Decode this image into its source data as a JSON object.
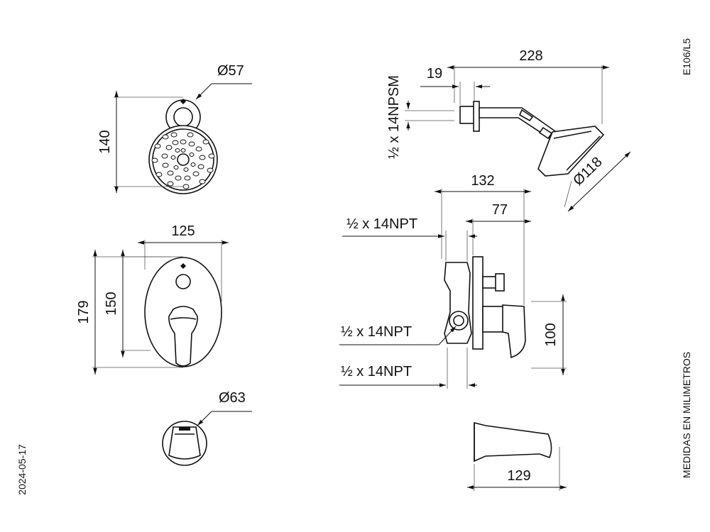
{
  "drawing": {
    "code": "E106/L5",
    "date": "2024-05-17",
    "units_note": "MEDIDAS EN MILIMETROS"
  },
  "dimensions": {
    "showerhead_flange_diameter": "Ø57",
    "showerhead_height": "140",
    "arm_length": "228",
    "arm_inset": "19",
    "arm_thread": "½ x 14NPSM",
    "showerhead_diameter": "Ø118",
    "plate_width": "125",
    "plate_height": "179",
    "plate_inner_height": "150",
    "valve_depth": "132",
    "valve_projection": "77",
    "valve_thread_top": "½ x 14NPT",
    "valve_thread_mid": "½ x 14NPT",
    "valve_thread_bottom": "½ x 14NPT",
    "valve_height": "100",
    "spout_flange_diameter": "Ø63",
    "spout_length": "129"
  }
}
